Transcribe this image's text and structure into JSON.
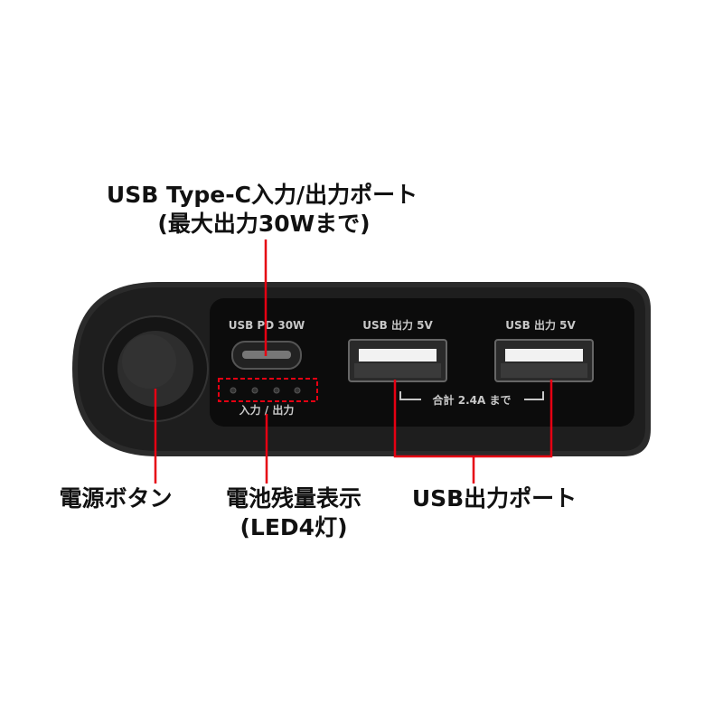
{
  "callouts": {
    "typec_title": "USB Type-C入力/出力ポート",
    "typec_sub": "(最大出力30Wまで)",
    "power_button": "電源ボタン",
    "battery_title": "電池残量表示",
    "battery_sub": "(LED4灯)",
    "usb_out": "USB出力ポート"
  },
  "device_labels": {
    "typec": "USB PD 30W",
    "usb1": "USB 出力 5V",
    "usb2": "USB 出力 5V",
    "led": "入力 / 出力",
    "total": "合計 2.4A まで"
  },
  "colors": {
    "callout_line": "#e60012",
    "body": "#2a2a2a",
    "panel": "#0d0d0d"
  }
}
